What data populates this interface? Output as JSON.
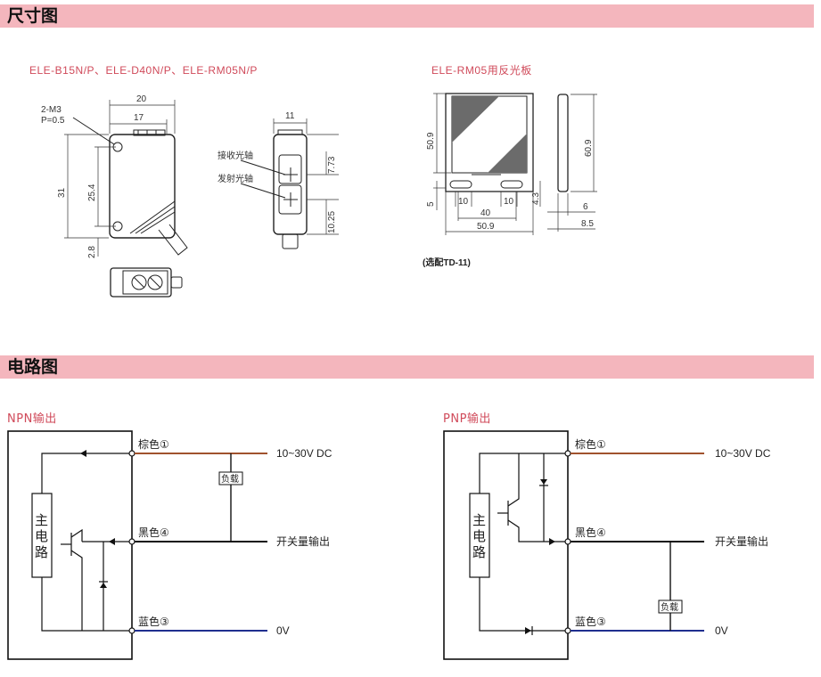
{
  "sections": {
    "dimensions_title": "尺寸图",
    "circuit_title": "电路图"
  },
  "dimensions": {
    "model_title": "ELE-B15N/P、ELE-D40N/P、ELE-RM05N/P",
    "reflector_title": "ELE-RM05用反光板",
    "reflector_note": "(选配TD-11)",
    "labels": {
      "screw": "2-M3",
      "pitch": "P=0.5",
      "receive_axis": "接收光轴",
      "emit_axis": "发射光轴"
    },
    "values": {
      "w20": "20",
      "w17": "17",
      "h31": "31",
      "h25_4": "25.4",
      "h2_8": "2.8",
      "w11": "11",
      "d7_73": "7.73",
      "d10_25": "10.25",
      "r50_9_v": "50.9",
      "r5": "5",
      "r10a": "10",
      "r10b": "10",
      "r40": "40",
      "r50_9_h": "50.9",
      "r4_3": "4.3",
      "r60_9": "60.9",
      "r6": "6",
      "r8_5": "8.5"
    }
  },
  "circuits": {
    "npn": {
      "title": "NPN输出",
      "main_circuit": [
        "主",
        "电",
        "路"
      ],
      "wire_brown": "棕色①",
      "wire_black": "黑色④",
      "wire_blue": "蓝色③",
      "supply": "10~30V DC",
      "output": "开关量输出",
      "zero": "0V",
      "load": "负载"
    },
    "pnp": {
      "title": "PNP输出",
      "main_circuit": [
        "主",
        "电",
        "路"
      ],
      "wire_brown": "棕色①",
      "wire_black": "黑色④",
      "wire_blue": "蓝色③",
      "supply": "10~30V DC",
      "output": "开关量输出",
      "zero": "0V",
      "load": "负载"
    }
  },
  "colors": {
    "section_bar": "#f4b6bd",
    "subtitle": "#d04a5a",
    "brown_wire": "#a0522d",
    "blue_wire": "#1f2f8f"
  }
}
